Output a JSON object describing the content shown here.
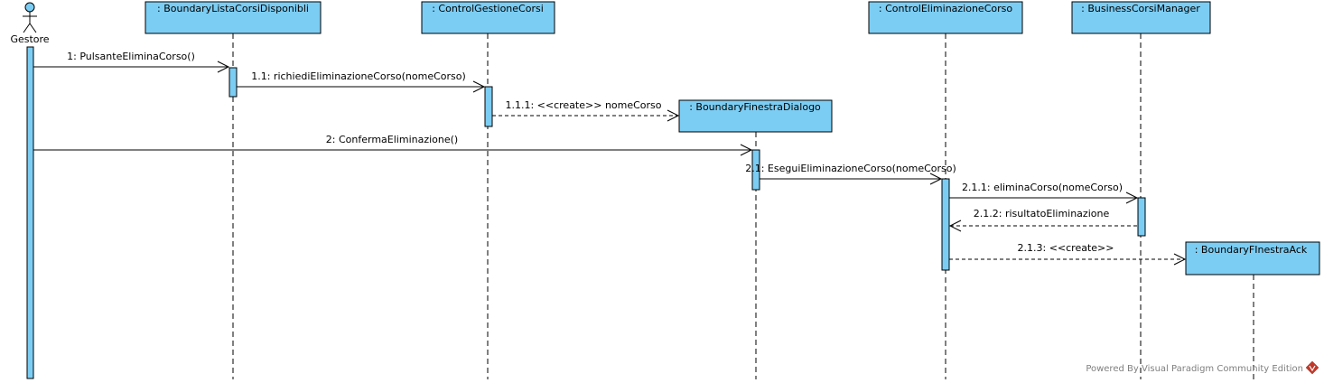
{
  "actor": {
    "name": "Gestore"
  },
  "lifelines": [
    {
      "name": ": BoundaryListaCorsiDisponibli"
    },
    {
      "name": ": ControlGestioneCorsi"
    },
    {
      "name": ": BoundaryFinestraDialogo"
    },
    {
      "name": ": ControlEliminazioneCorso"
    },
    {
      "name": ": BusinessCorsiManager"
    },
    {
      "name": ": BoundaryFInestraAck"
    }
  ],
  "messages": [
    {
      "label": "1: PulsanteEliminaCorso()"
    },
    {
      "label": "1.1: richiediEliminazioneCorso(nomeCorso)"
    },
    {
      "label": "1.1.1: <<create>> nomeCorso"
    },
    {
      "label": "2: ConfermaEliminazione()"
    },
    {
      "label": "2.1: EseguiEliminazioneCorso(nomeCorso)"
    },
    {
      "label": "2.1.1: eliminaCorso(nomeCorso)"
    },
    {
      "label": "2.1.2: risultatoEliminazione"
    },
    {
      "label": "2.1.3: <<create>>"
    }
  ],
  "footer": {
    "text": "Powered By Visual Paradigm Community Edition"
  },
  "colors": {
    "fill": "#7ccdf3",
    "stroke": "#000000",
    "logo": "#c0392b"
  }
}
